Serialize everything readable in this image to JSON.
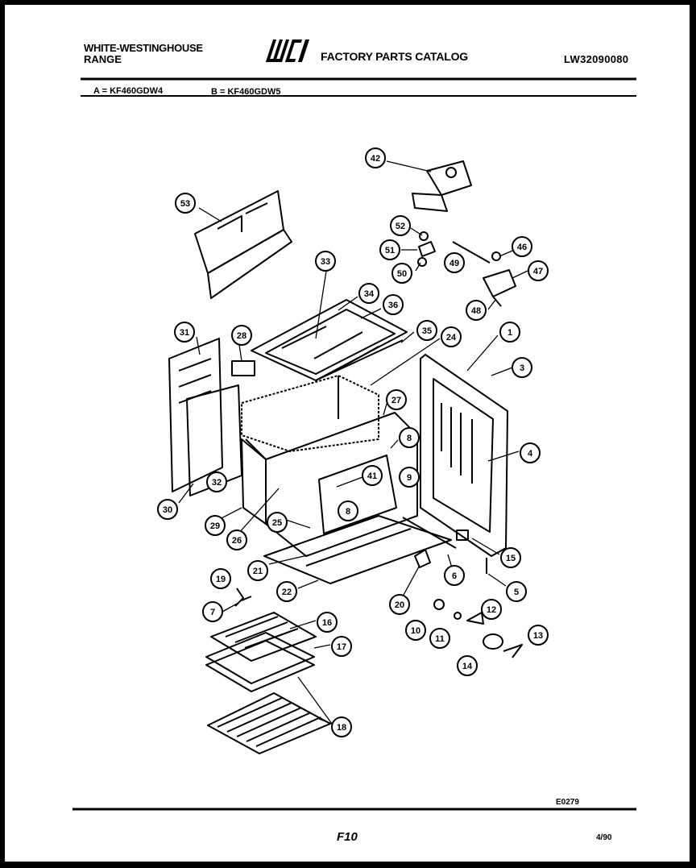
{
  "header": {
    "brand_line1": "WHITE-WESTINGHOUSE",
    "brand_line2": "RANGE",
    "logo_text": "WCI",
    "catalog_title": "FACTORY PARTS CATALOG",
    "doc_number": "LW32090080"
  },
  "models": {
    "a": "A = KF460GDW4",
    "b": "B = KF460GDW5"
  },
  "footer": {
    "diagram_code": "E0279",
    "page": "F10",
    "date": "4/90"
  },
  "callouts": [
    "42",
    "53",
    "52",
    "51",
    "50",
    "49",
    "46",
    "47",
    "48",
    "33",
    "34",
    "36",
    "35",
    "24",
    "1",
    "3",
    "31",
    "28",
    "27",
    "8",
    "9",
    "4",
    "41",
    "8",
    "30",
    "32",
    "29",
    "26",
    "25",
    "21",
    "22",
    "6",
    "15",
    "5",
    "20",
    "19",
    "7",
    "10",
    "11",
    "12",
    "13",
    "14",
    "16",
    "17",
    "18"
  ]
}
